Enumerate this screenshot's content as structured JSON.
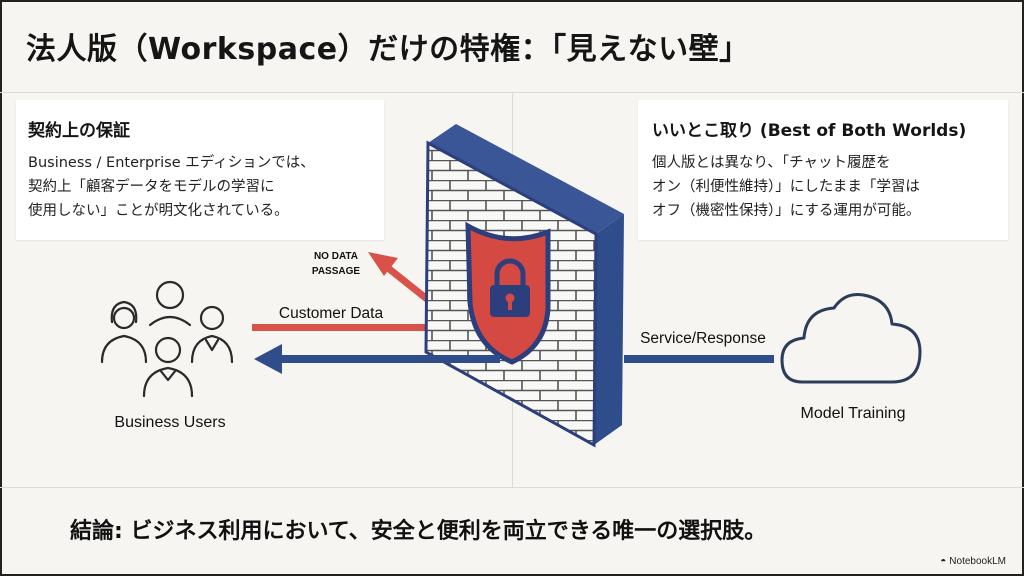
{
  "title": "法人版（Workspace）だけの特権：「見えない壁」",
  "left_card": {
    "heading": "契約上の保証",
    "body": "Business / Enterprise エディションでは、\n契約上「顧客データをモデルの学習に\n使用しない」ことが明文化されている。"
  },
  "right_card": {
    "heading": "いいとこ取り (Best of Both Worlds)",
    "body": "個人版とは異なり、「チャット履歴を\nオン（利便性維持）」にしたまま「学習は\nオフ（機密性保持）」にする運用が可能。"
  },
  "diagram": {
    "users_label": "Business Users",
    "customer_data_label": "Customer Data",
    "no_data_label_line1": "NO DATA",
    "no_data_label_line2": "PASSAGE",
    "service_label": "Service/Response",
    "model_label": "Model Training"
  },
  "colors": {
    "red_arrow": "#d9524a",
    "blue_arrow": "#2f4d8a",
    "wall_edge": "#2c3f7c",
    "shield": "#d44a43"
  },
  "conclusion": "結論: ビジネス利用において、安全と便利を両立できる唯一の選択肢。",
  "brand": "NotebookLM"
}
